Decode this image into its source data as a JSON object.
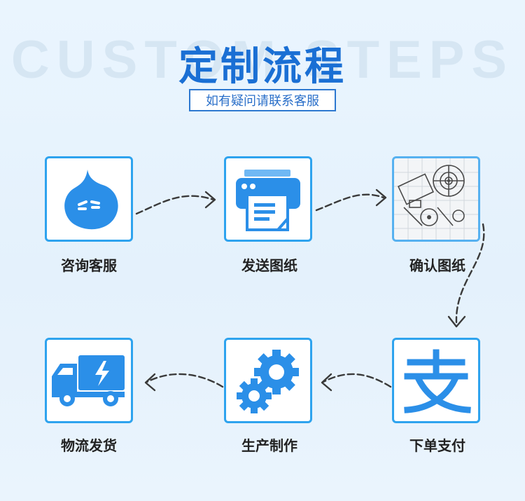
{
  "header": {
    "bg_text": "CUSTOM STEPS",
    "title": "定制流程",
    "subtitle": "如有疑问请联系客服"
  },
  "steps": [
    {
      "label": "咨询客服",
      "icon": "chat-bubble-icon"
    },
    {
      "label": "发送图纸",
      "icon": "printer-icon"
    },
    {
      "label": "确认图纸",
      "icon": "blueprint-icon"
    },
    {
      "label": "下单支付",
      "icon": "alipay-icon"
    },
    {
      "label": "生产制作",
      "icon": "gears-icon"
    },
    {
      "label": "物流发货",
      "icon": "delivery-truck-icon"
    }
  ],
  "colors": {
    "accent": "#1a6fd4",
    "card_border": "#2ea3ee",
    "icon_blue": "#2b8fe8",
    "connector": "#3a3a3a"
  }
}
